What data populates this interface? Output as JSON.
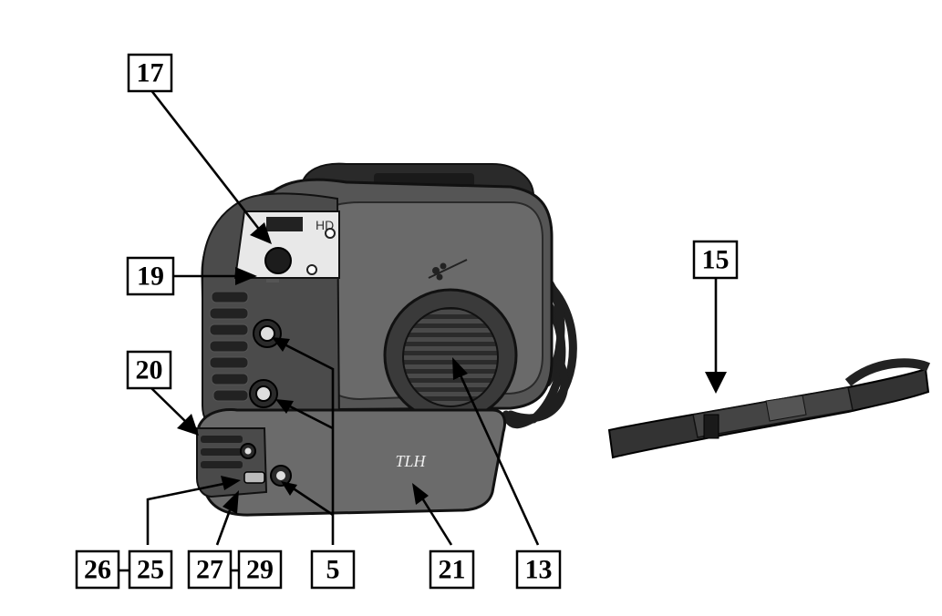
{
  "callouts": {
    "c17": "17",
    "c19": "19",
    "c20": "20",
    "c15": "15",
    "c26": "26",
    "c25": "25",
    "c27": "27",
    "c29": "29",
    "c5": "5",
    "c21": "21",
    "c13": "13"
  },
  "device": {
    "brand_mark": "TLH",
    "panel_logo": "HD"
  },
  "icons": {
    "welder": "inverter-welder-icon",
    "strap": "shoulder-strap-icon"
  }
}
